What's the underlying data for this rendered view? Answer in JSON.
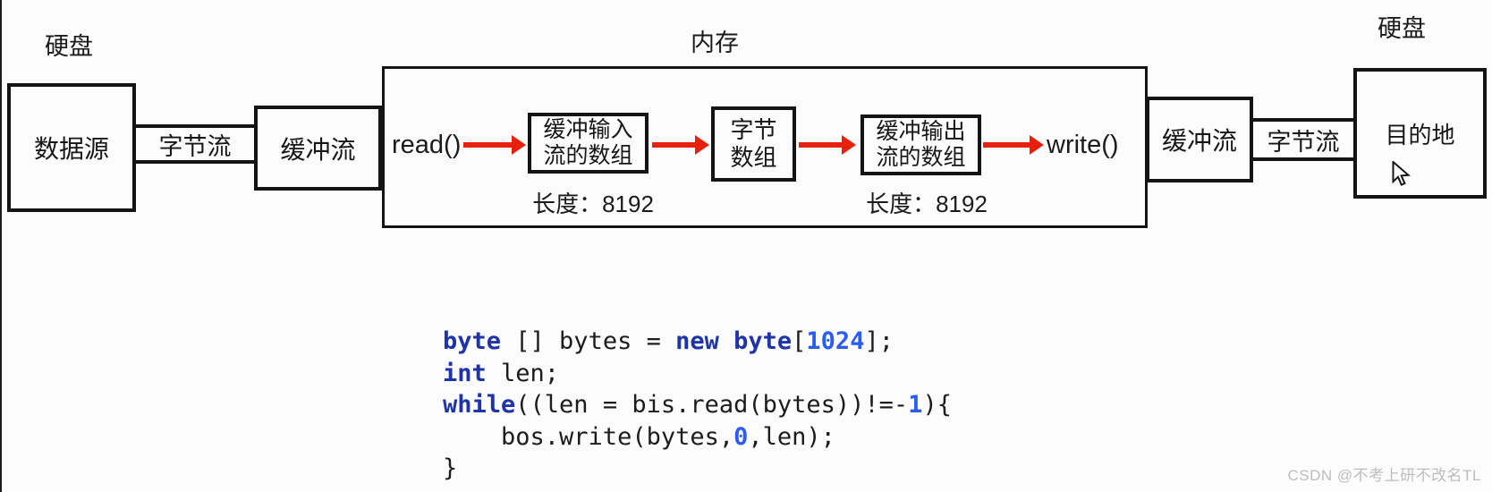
{
  "canvas": {
    "bg": "#fcfcfc",
    "arrow_color": "#e8200c"
  },
  "diagram": {
    "disk_label_left": "硬盘",
    "memory_label": "内存",
    "disk_label_right": "硬盘",
    "source": "数据源",
    "byte_stream_left": "字节流",
    "buffer_stream_left": "缓冲流",
    "read_call": "read()",
    "buffer_input_array": {
      "line1": "缓冲输入",
      "line2": "流的数组"
    },
    "buffer_input_length": "长度：8192",
    "byte_array": {
      "line1": "字节",
      "line2": "数组"
    },
    "buffer_output_array": {
      "line1": "缓冲输出",
      "line2": "流的数组"
    },
    "buffer_output_length": "长度：8192",
    "write_call": "write()",
    "buffer_stream_right": "缓冲流",
    "byte_stream_right": "字节流",
    "destination": "目的地"
  },
  "code": {
    "l1": [
      {
        "t": "byte",
        "c": "k"
      },
      {
        "t": " [] bytes = ",
        "c": "p"
      },
      {
        "t": "new byte",
        "c": "k"
      },
      {
        "t": "[",
        "c": "p"
      },
      {
        "t": "1024",
        "c": "l"
      },
      {
        "t": "];",
        "c": "p"
      }
    ],
    "l2": [
      {
        "t": "int",
        "c": "k"
      },
      {
        "t": " len;",
        "c": "p"
      }
    ],
    "l3": [
      {
        "t": "while",
        "c": "k"
      },
      {
        "t": "((len = bis.read(bytes))!=-",
        "c": "p"
      },
      {
        "t": "1",
        "c": "l"
      },
      {
        "t": "){",
        "c": "p"
      }
    ],
    "l4": [
      {
        "t": "    bos.write(bytes,",
        "c": "p"
      },
      {
        "t": "0",
        "c": "l"
      },
      {
        "t": ",len);",
        "c": "p"
      }
    ],
    "l5": [
      {
        "t": "}",
        "c": "p"
      }
    ]
  },
  "watermark": "CSDN @不考上研不改名TL"
}
